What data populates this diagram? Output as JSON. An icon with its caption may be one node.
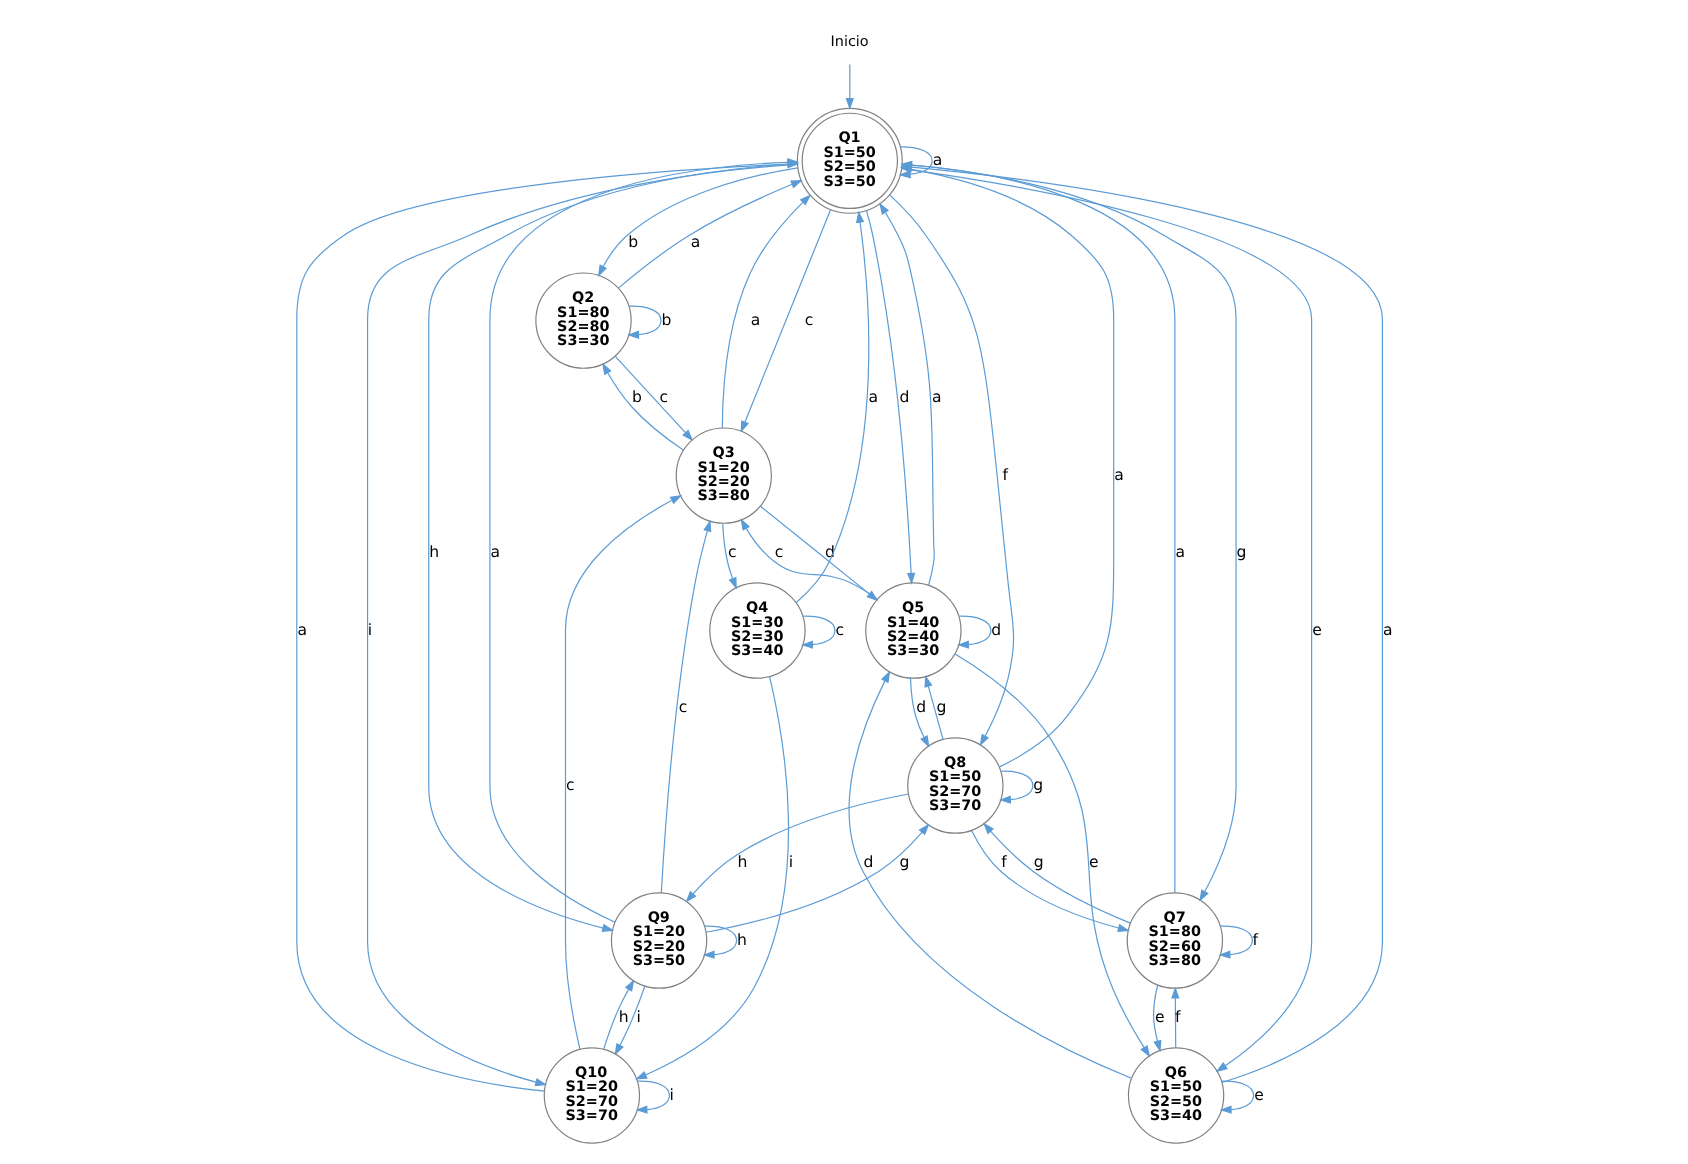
{
  "diagram": {
    "nodes": [
      {
        "text": [
          "Q1",
          "S1=50",
          "S2=50",
          "S3=50"
        ]
      },
      {
        "text": [
          "Q2",
          "S1=80",
          "S2=80",
          "S3=30"
        ]
      },
      {
        "text": [
          "Q3",
          "S1=20",
          "S2=20",
          "S3=80"
        ]
      },
      {
        "text": [
          "Q4",
          "S1=30",
          "S2=30",
          "S3=40"
        ]
      },
      {
        "text": [
          "Q5",
          "S1=40",
          "S2=40",
          "S3=30"
        ]
      },
      {
        "text": [
          "Q6",
          "S1=50",
          "S2=50",
          "S3=40"
        ]
      },
      {
        "text": [
          "Q7",
          "S1=80",
          "S2=60",
          "S3=80"
        ]
      },
      {
        "text": [
          "Q8",
          "S1=50",
          "S2=70",
          "S3=70"
        ]
      },
      {
        "text": [
          "Q9",
          "S1=20",
          "S2=20",
          "S3=50"
        ]
      },
      {
        "text": [
          "Q10",
          "S1=20",
          "S2=70",
          "S3=70"
        ]
      },
      {
        "text": [
          "Inicio"
        ]
      }
    ],
    "edges": [
      {
        "from": 10,
        "to": 0,
        "arrow": "to"
      },
      {
        "from": 0,
        "to": 0,
        "arrow": "to",
        "label": "a"
      },
      {
        "from": 9,
        "to": 0,
        "arrow": "to",
        "label": "a"
      },
      {
        "from": 0,
        "to": 9,
        "arrow": "to",
        "label": "i"
      },
      {
        "from": 8,
        "to": 0,
        "arrow": "to",
        "label": "a"
      },
      {
        "from": 0,
        "to": 8,
        "arrow": "to",
        "label": "h"
      },
      {
        "from": 7,
        "to": 0,
        "arrow": "to",
        "label": "a"
      },
      {
        "from": 0,
        "to": 7,
        "arrow": "to",
        "label": "f"
      },
      {
        "from": 6,
        "to": 0,
        "arrow": "to",
        "label": "a"
      },
      {
        "from": 0,
        "to": 6,
        "arrow": "to",
        "label": "g"
      },
      {
        "from": 0,
        "to": 5,
        "arrow": "to",
        "label": "e"
      },
      {
        "from": 5,
        "to": 0,
        "arrow": "to",
        "label": "a"
      },
      {
        "from": 0,
        "to": 4,
        "arrow": "to",
        "label": "d"
      },
      {
        "from": 4,
        "to": 0,
        "arrow": "to",
        "label": "a"
      },
      {
        "from": 0,
        "to": 2,
        "arrow": "to",
        "label": "c"
      },
      {
        "from": 2,
        "to": 0,
        "arrow": "to",
        "label": "a"
      },
      {
        "from": 0,
        "to": 1,
        "arrow": "to",
        "label": "b"
      },
      {
        "from": 1,
        "to": 0,
        "arrow": "to",
        "label": "a"
      },
      {
        "from": 3,
        "to": 0,
        "arrow": "to",
        "label": "a"
      },
      {
        "from": 3,
        "to": 3,
        "arrow": "to",
        "label": "c"
      },
      {
        "from": 1,
        "to": 1,
        "arrow": "to",
        "label": "b"
      },
      {
        "from": 1,
        "to": 2,
        "arrow": "to",
        "label": "c"
      },
      {
        "from": 2,
        "to": 1,
        "arrow": "to",
        "label": "b"
      },
      {
        "from": 2,
        "to": 3,
        "arrow": "to",
        "label": "c"
      },
      {
        "from": 4,
        "to": 2,
        "arrow": "to",
        "label": "c"
      },
      {
        "from": 2,
        "to": 4,
        "arrow": "to",
        "label": "d"
      },
      {
        "from": 4,
        "to": 4,
        "arrow": "to",
        "label": "d"
      },
      {
        "from": 4,
        "to": 5,
        "arrow": "to",
        "label": "e"
      },
      {
        "from": 5,
        "to": 4,
        "arrow": "to",
        "label": "d"
      },
      {
        "from": 6,
        "to": 5,
        "arrow": "to",
        "label": "e"
      },
      {
        "from": 5,
        "to": 6,
        "arrow": "to",
        "label": "f"
      },
      {
        "from": 5,
        "to": 5,
        "arrow": "to",
        "label": "e"
      },
      {
        "from": 6,
        "to": 6,
        "arrow": "to",
        "label": "f"
      },
      {
        "from": 6,
        "to": 7,
        "arrow": "to",
        "label": "g"
      },
      {
        "from": 7,
        "to": 6,
        "arrow": "to",
        "label": "f"
      },
      {
        "from": 7,
        "to": 7,
        "arrow": "to",
        "label": "g"
      },
      {
        "from": 7,
        "to": 8,
        "arrow": "to",
        "label": "h"
      },
      {
        "from": 8,
        "to": 7,
        "arrow": "to",
        "label": "g"
      },
      {
        "from": 8,
        "to": 8,
        "arrow": "to",
        "label": "h"
      },
      {
        "from": 8,
        "to": 9,
        "arrow": "to",
        "label": "i"
      },
      {
        "from": 9,
        "to": 8,
        "arrow": "to",
        "label": "h"
      },
      {
        "from": 9,
        "to": 9,
        "arrow": "to",
        "label": "i"
      },
      {
        "from": 7,
        "to": 4,
        "arrow": "to",
        "label": "g"
      },
      {
        "from": 4,
        "to": 7,
        "arrow": "to",
        "label": "d"
      },
      {
        "from": 8,
        "to": 2,
        "arrow": "to",
        "label": "c"
      },
      {
        "from": 9,
        "to": 2,
        "arrow": "to",
        "label": "c"
      },
      {
        "from": 3,
        "to": 9,
        "arrow": "to",
        "label": "i"
      }
    ]
  }
}
